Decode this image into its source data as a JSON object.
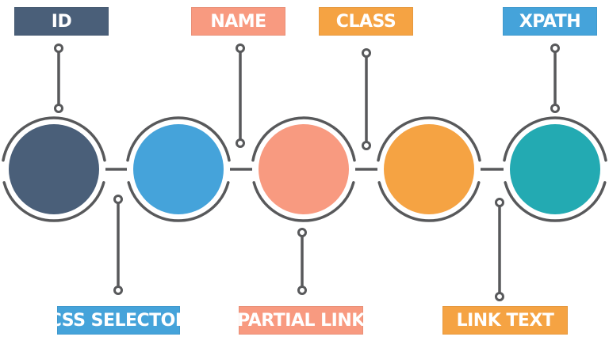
{
  "diagram": {
    "top_labels": [
      {
        "text": "ID",
        "color": "#4a5f79"
      },
      {
        "text": "NAME",
        "color": "#f89a80"
      },
      {
        "text": "CLASS",
        "color": "#f5a343"
      },
      {
        "text": "XPATH",
        "color": "#45a3da"
      }
    ],
    "bottom_labels": [
      {
        "text": "CSS SELECTOR",
        "color": "#45a3da"
      },
      {
        "text": "PARTIAL LINK",
        "color": "#f89a80"
      },
      {
        "text": "LINK TEXT",
        "color": "#f5a343"
      }
    ],
    "circles": [
      {
        "color": "#4a5f79"
      },
      {
        "color": "#45a3da"
      },
      {
        "color": "#f89a80"
      },
      {
        "color": "#f5a343"
      },
      {
        "color": "#23aab2"
      }
    ],
    "line_color": "#58595b"
  }
}
